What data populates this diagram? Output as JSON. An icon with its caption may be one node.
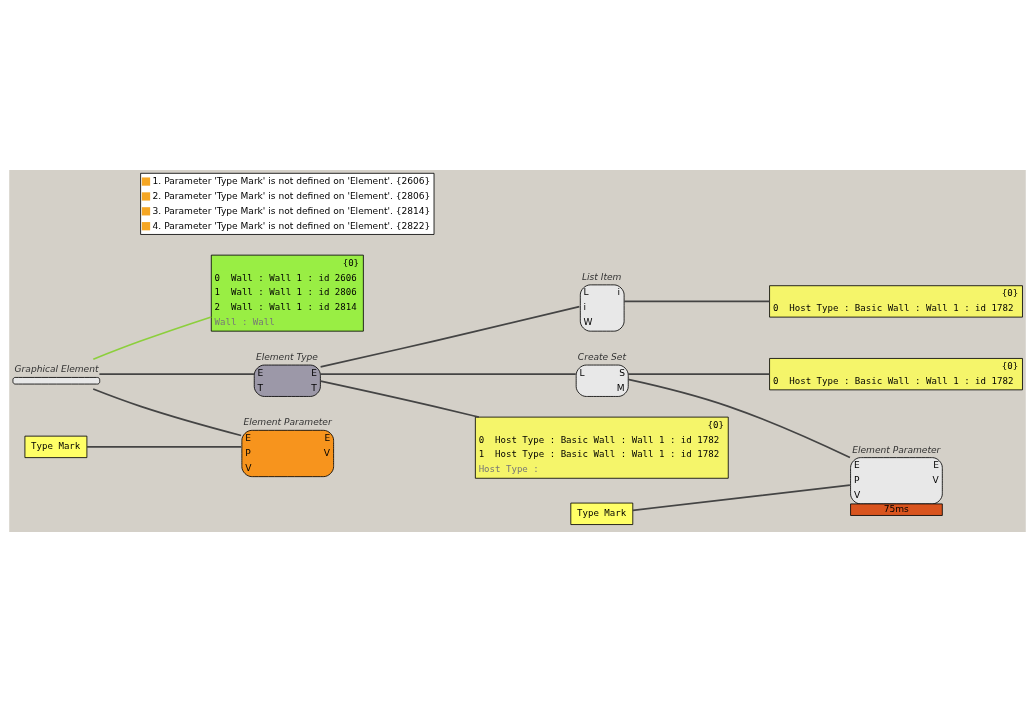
{
  "diagram": {
    "nodes": [
      {
        "text": [
          "{0}",
          "0",
          "Wall : Wall 1 : id 2606",
          "1",
          "Wall : Wall 1 : id 2806",
          "2",
          "Wall : Wall 1 : id 2814",
          "Wall : Wall"
        ]
      },
      {
        "text": [
          "Graphical Element"
        ]
      },
      {
        "text": [
          "Type Mark"
        ]
      },
      {
        "text": [
          "Element Parameter",
          "E",
          "P",
          "V",
          "E",
          "V"
        ]
      },
      {
        "text": [
          "1. Parameter 'Type Mark' is not defined on 'Element'. {2606}",
          "2. Parameter 'Type Mark' is not defined on 'Element'. {2806}",
          "3. Parameter 'Type Mark' is not defined on 'Element'. {2814}",
          "4. Parameter 'Type Mark' is not defined on 'Element'. {2822}"
        ]
      },
      {
        "text": [
          "List Item",
          "L",
          "i",
          "W",
          "i"
        ]
      },
      {
        "text": [
          "{0}",
          "0",
          "Host Type : Basic Wall : Wall 1 : id 1782"
        ]
      },
      {
        "text": [
          "{0}",
          "0",
          "Host Type : Basic Wall : Wall 1 : id 1782"
        ]
      },
      {
        "text": [
          "Element Type",
          "E",
          "T",
          "E",
          "T"
        ]
      },
      {
        "text": [
          "Create Set",
          "L",
          "S",
          "M"
        ]
      },
      {
        "text": [
          "Element Parameter",
          "E",
          "P",
          "V",
          "E",
          "V"
        ],
        "beside": [
          "75ms"
        ]
      },
      {
        "text": [
          "Type Mark"
        ]
      },
      {
        "text": [
          "{0}",
          "0",
          "Host Type : Basic Wall : Wall 1 : id 1782",
          "1",
          "Host Type : Basic Wall : Wall 1 : id 1782",
          "Host Type :"
        ]
      }
    ],
    "edges": [
      {
        "from": 1,
        "to": 0,
        "arrow": "none",
        "color": "#8ccf3c"
      },
      {
        "from": 1,
        "to": 3,
        "arrow": "none"
      },
      {
        "from": 2,
        "to": 3,
        "arrow": "none"
      },
      {
        "from": 1,
        "to": 8,
        "arrow": "none"
      },
      {
        "from": 8,
        "to": 5,
        "arrow": "none"
      },
      {
        "from": 5,
        "to": 6,
        "arrow": "none"
      },
      {
        "from": 8,
        "to": 9,
        "arrow": "none"
      },
      {
        "from": 8,
        "to": 12,
        "arrow": "none"
      },
      {
        "from": 9,
        "to": 7,
        "arrow": "none"
      },
      {
        "from": 9,
        "to": 10,
        "arrow": "none"
      },
      {
        "from": 11,
        "to": 10,
        "arrow": "none"
      }
    ]
  }
}
